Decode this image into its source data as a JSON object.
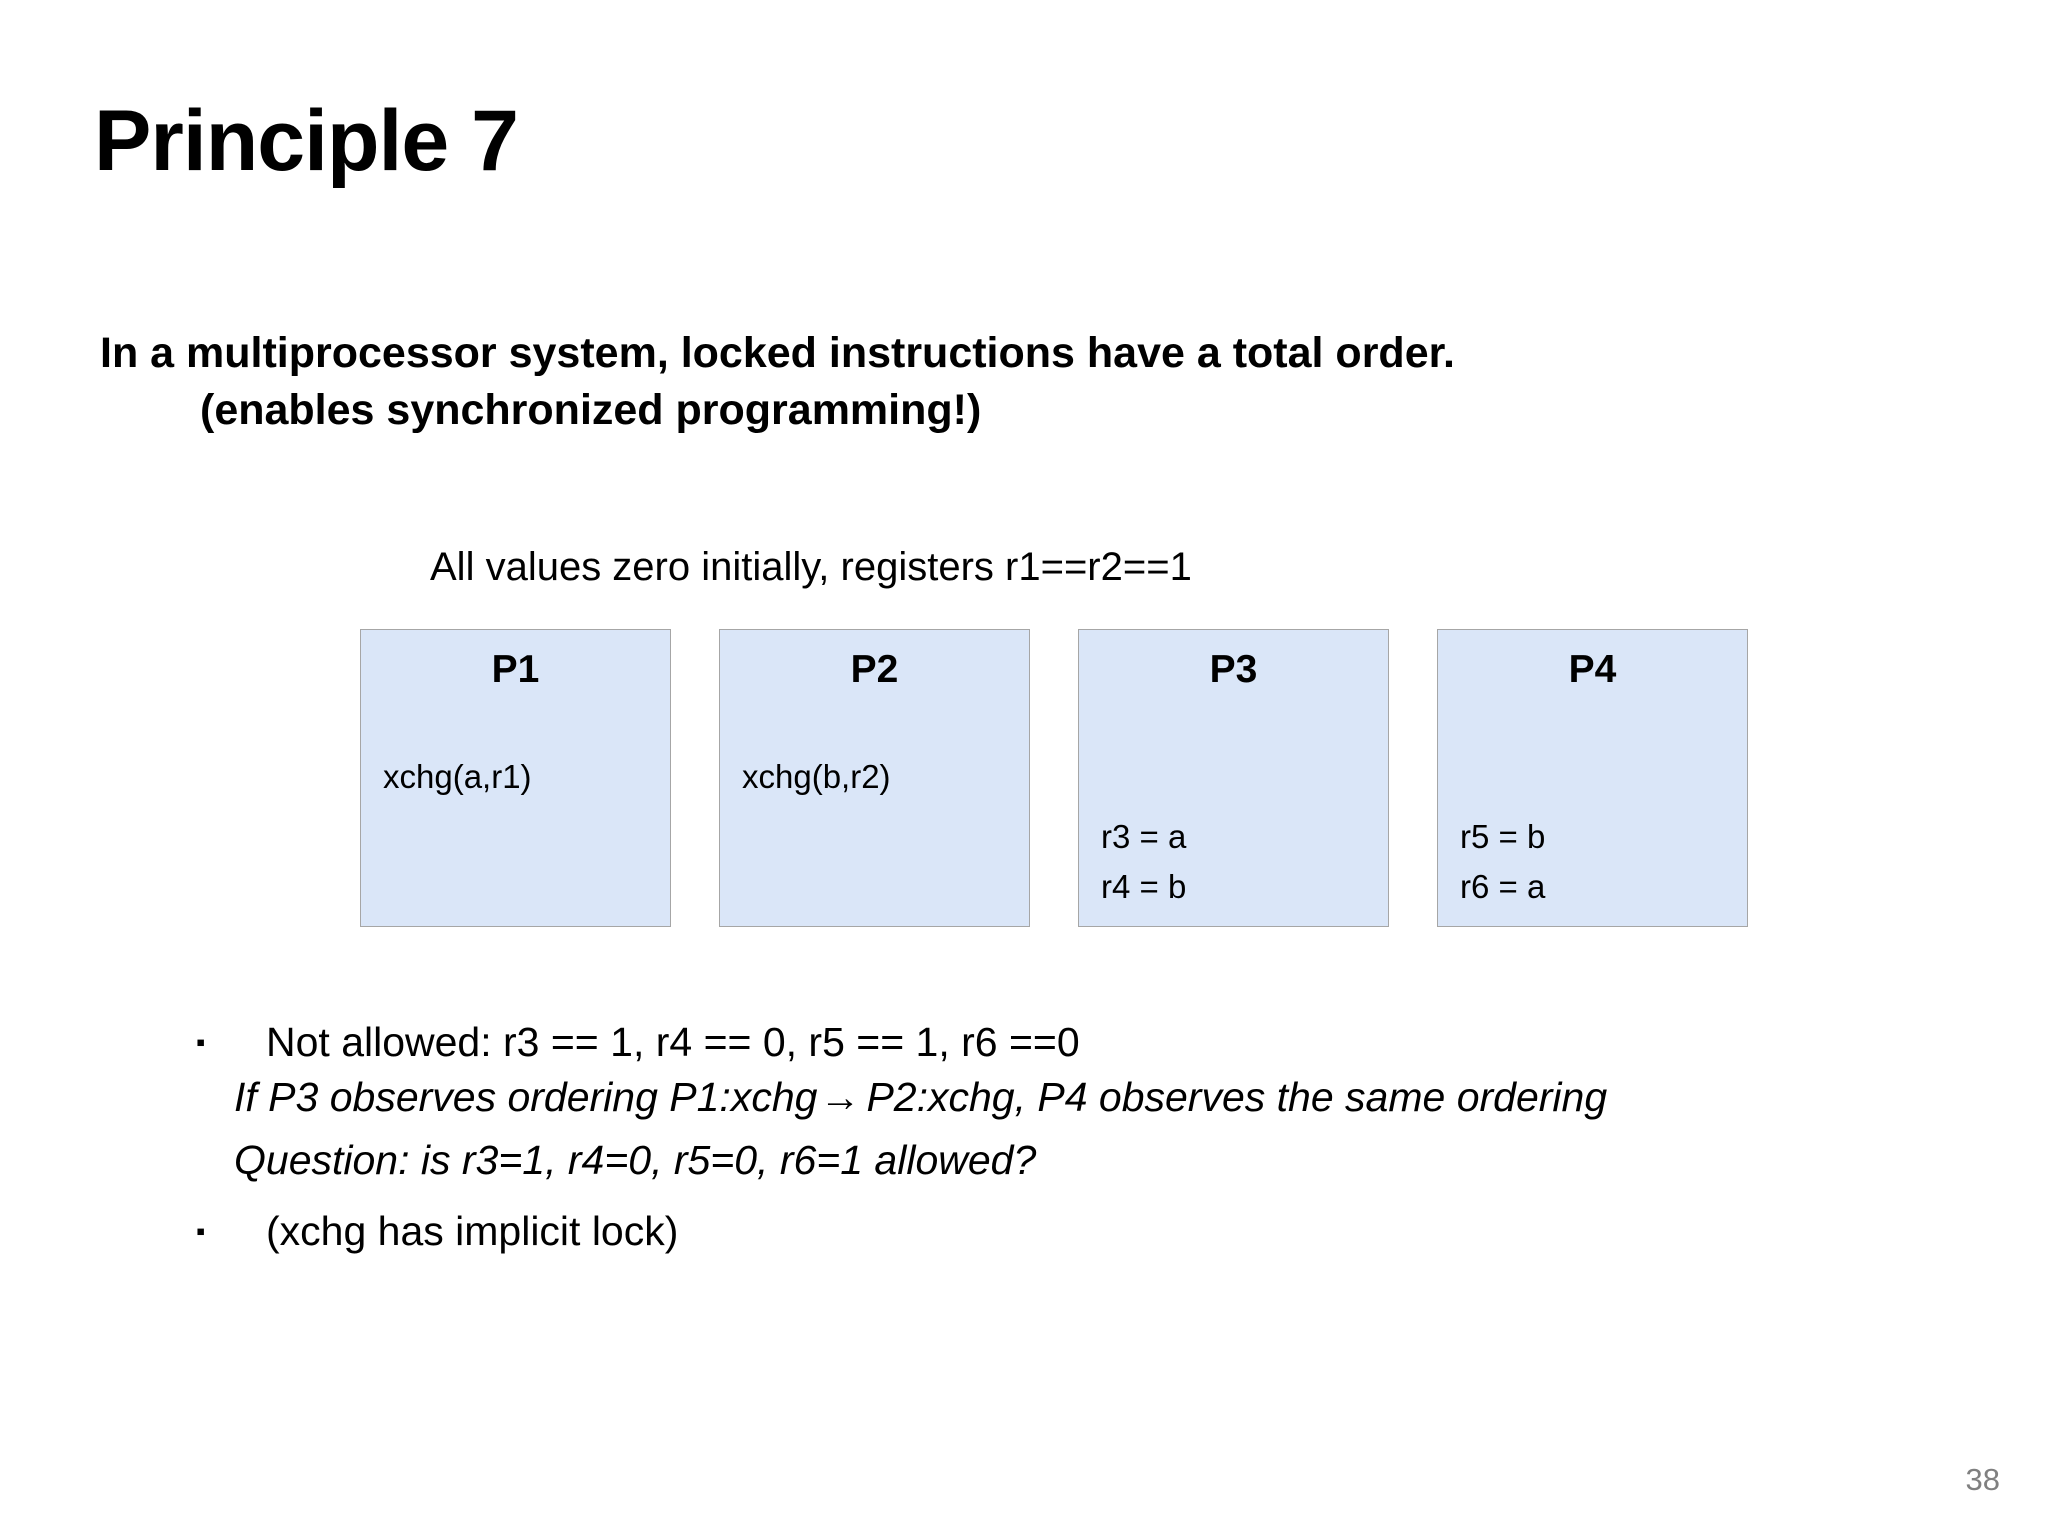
{
  "slide": {
    "title": "Principle 7",
    "page_number": "38",
    "page_number_color": "#808080",
    "background": "#ffffff"
  },
  "lead": {
    "line_1": "In a multiprocessor system, locked instructions have a total order.",
    "line_2": "(enables synchronized programming!)"
  },
  "diagram": {
    "caption": "All values zero initially, registers r1==r2==1",
    "box_fill": "#dae6f8",
    "box_border": "#a6a6a6",
    "boxes": [
      {
        "title": "P1",
        "body": "xchg(a,r1)",
        "body_position": "upper"
      },
      {
        "title": "P2",
        "body": "xchg(b,r2)",
        "body_position": "upper"
      },
      {
        "title": "P3",
        "body": "r3 = a\nr4 = b",
        "body_position": "lower"
      },
      {
        "title": "P4",
        "body": "r5 = b\nr6 = a",
        "body_position": "lower"
      }
    ]
  },
  "notes": {
    "bullet_glyph": "▪",
    "bullet_1": "Not allowed: r3 == 1, r4 == 0, r5 == 1, r6 ==0",
    "italic_1_before": "If P3 observes ordering P1:xchg",
    "italic_1_arrow": "→",
    "italic_1_after": "P2:xchg, P4 observes the same ordering",
    "italic_2": "Question: is r3=1, r4=0, r5=0, r6=1 allowed?",
    "bullet_2": "(xchg has implicit lock)"
  }
}
